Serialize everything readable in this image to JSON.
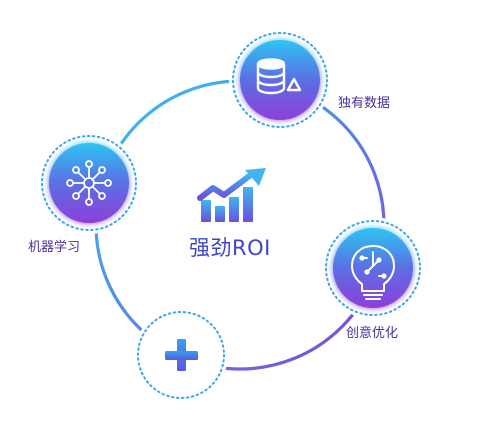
{
  "center": {
    "label": "强劲ROI"
  },
  "nodes": [
    {
      "label": "独有数据",
      "icon": "database-triangle-icon"
    },
    {
      "label": "创意优化",
      "icon": "lightbulb-circuit-icon"
    },
    {
      "label": "",
      "icon": "plus-icon"
    },
    {
      "label": "机器学习",
      "icon": "network-hub-icon"
    }
  ],
  "colors": {
    "ring_start": "#34c6f0",
    "ring_end": "#8a3fd6",
    "circle_top": "#2ec4f2",
    "circle_bottom": "#8e3fd8",
    "label": "#4a2fa0",
    "center_text": "#3f45c8"
  }
}
